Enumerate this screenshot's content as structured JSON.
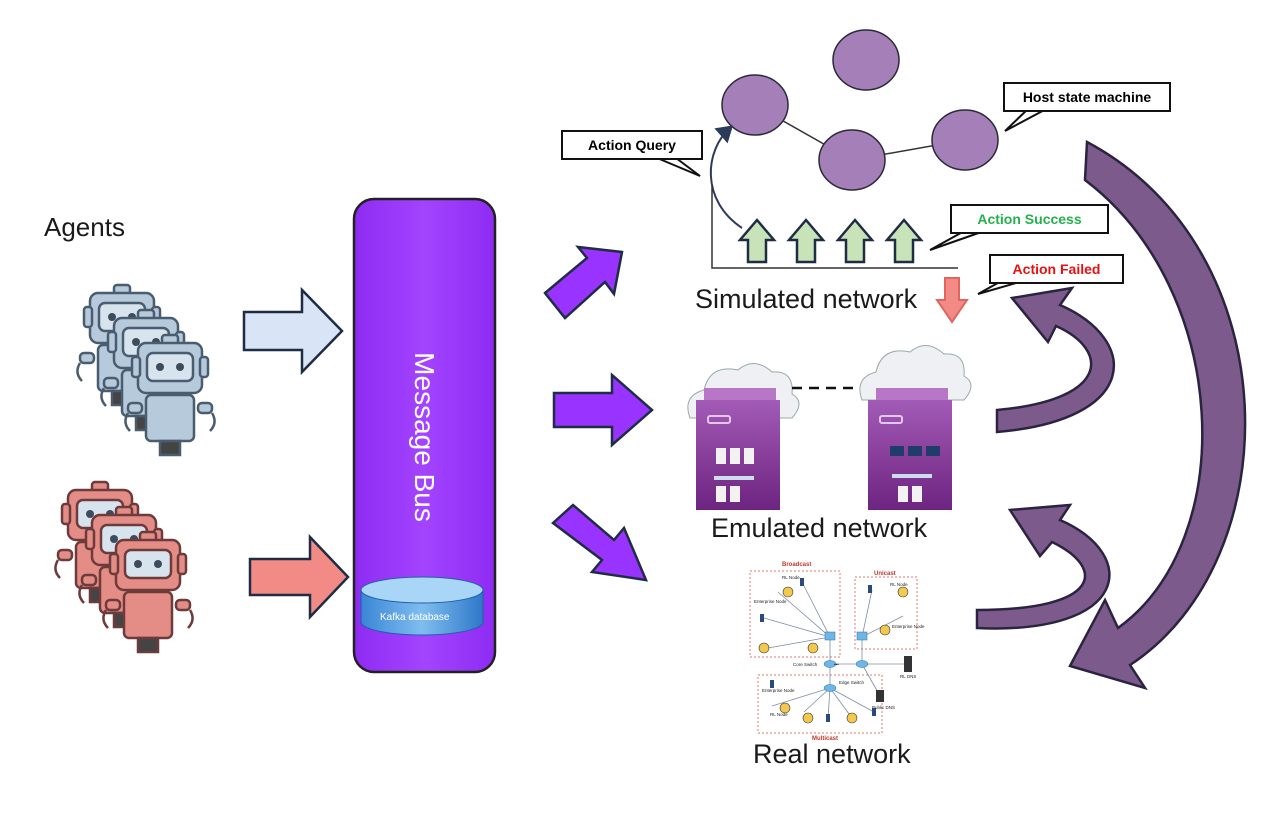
{
  "agents": {
    "title": "Agents"
  },
  "bus": {
    "label": "Message Bus",
    "database": "Kafka database"
  },
  "simulated": {
    "title": "Simulated network",
    "callouts": {
      "action_query": "Action Query",
      "host_state_machine": "Host state machine",
      "action_success": "Action Success",
      "action_failed": "Action Failed"
    }
  },
  "emulated": {
    "title": "Emulated network"
  },
  "real": {
    "title": "Real network",
    "regions": {
      "broadcast": "Broadcast",
      "unicast": "Unicast",
      "multicast": "Multicast"
    },
    "labels": {
      "rl_node": "RL Node",
      "enterprise_node": "Enterprise Node",
      "core_switch": "Core Switch",
      "edge_switch": "Edge Switch",
      "rl_dns": "RL DNS",
      "public_dns": "Public DNS"
    }
  },
  "colors": {
    "bus": "#9933ff",
    "arrow_purple": "#9933ff",
    "feedback": "#7d5a8c",
    "state_node": "#a57fb8",
    "blue_agent": "#a9c3da",
    "red_agent": "#e9857f",
    "success_arrow": "#c9e3b9",
    "failed_arrow": "#f28b86",
    "emulator": "#8a2f9a"
  }
}
